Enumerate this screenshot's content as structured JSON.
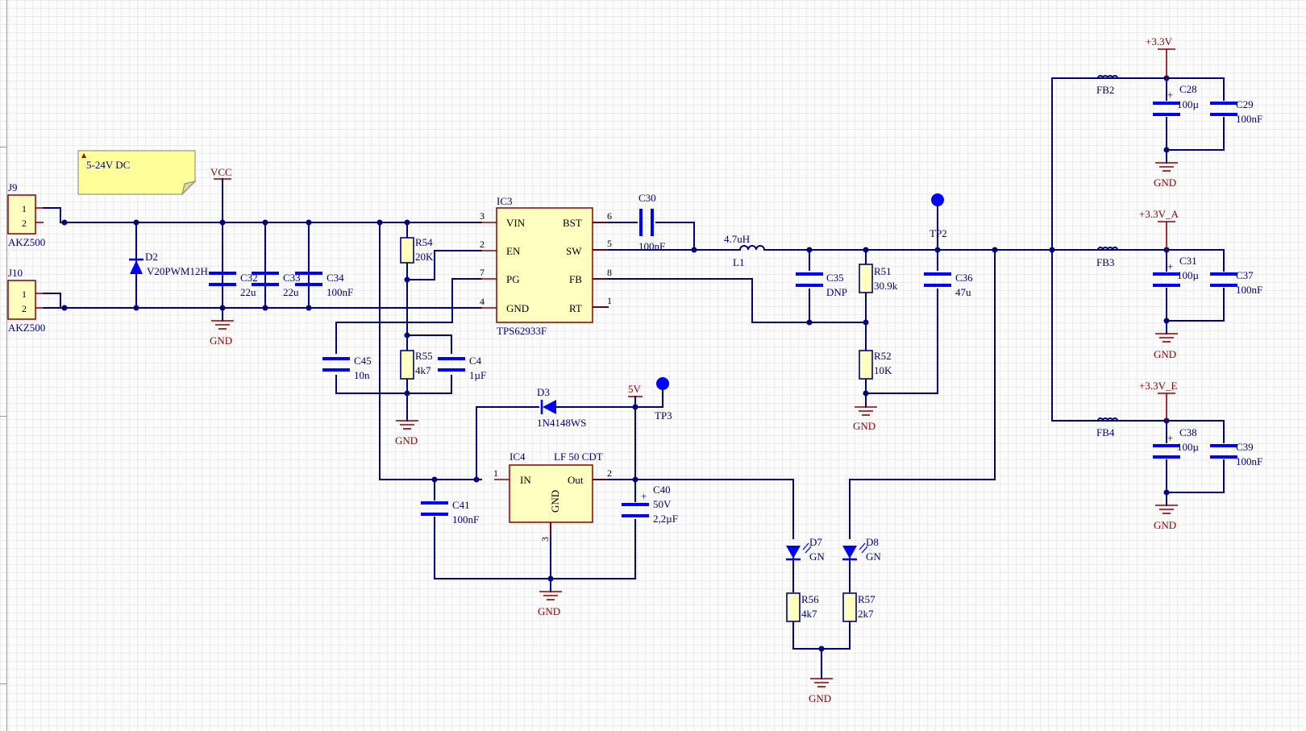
{
  "note": {
    "text": "5-24V DC"
  },
  "connectors": [
    {
      "ref": "J9",
      "value": "AKZ500",
      "pins": [
        "1",
        "2"
      ]
    },
    {
      "ref": "J10",
      "value": "AKZ500",
      "pins": [
        "1",
        "2"
      ]
    }
  ],
  "diodes": [
    {
      "ref": "D2",
      "value": "V20PWM12H"
    },
    {
      "ref": "D3",
      "value": "1N4148WS"
    }
  ],
  "capacitors": [
    {
      "ref": "C32",
      "value": "22u"
    },
    {
      "ref": "C33",
      "value": "22u"
    },
    {
      "ref": "C34",
      "value": "100nF"
    },
    {
      "ref": "C30",
      "value": "100nF"
    },
    {
      "ref": "C45",
      "value": "10n"
    },
    {
      "ref": "C4",
      "value": "1µF"
    },
    {
      "ref": "C35",
      "value": "DNP"
    },
    {
      "ref": "C36",
      "value": "47u"
    },
    {
      "ref": "C41",
      "value": "100nF"
    },
    {
      "ref": "C40",
      "value": "50V",
      "value2": "2,2µF"
    },
    {
      "ref": "C28",
      "value": "100µ"
    },
    {
      "ref": "C29",
      "value": "100nF"
    },
    {
      "ref": "C31",
      "value": "100µ"
    },
    {
      "ref": "C37",
      "value": "100nF"
    },
    {
      "ref": "C38",
      "value": "100µ"
    },
    {
      "ref": "C39",
      "value": "100nF"
    }
  ],
  "resistors": [
    {
      "ref": "R54",
      "value": "20K"
    },
    {
      "ref": "R55",
      "value": "4k7"
    },
    {
      "ref": "R51",
      "value": "30.9k"
    },
    {
      "ref": "R52",
      "value": "10K"
    },
    {
      "ref": "R56",
      "value": "4k7"
    },
    {
      "ref": "R57",
      "value": "2k7"
    }
  ],
  "inductor": {
    "ref": "L1",
    "value": "4.7uH"
  },
  "ferrites": [
    "FB2",
    "FB3",
    "FB4"
  ],
  "ic3": {
    "ref": "IC3",
    "value": "TPS62933F",
    "pins_left": [
      {
        "num": "3",
        "name": "VIN"
      },
      {
        "num": "2",
        "name": "EN"
      },
      {
        "num": "7",
        "name": "PG"
      },
      {
        "num": "4",
        "name": "GND"
      }
    ],
    "pins_right": [
      {
        "num": "6",
        "name": "BST"
      },
      {
        "num": "5",
        "name": "SW"
      },
      {
        "num": "8",
        "name": "FB"
      },
      {
        "num": "1",
        "name": "RT"
      }
    ]
  },
  "ic4": {
    "ref": "IC4",
    "value": "LF 50 CDT",
    "pins": [
      {
        "num": "1",
        "name": "IN"
      },
      {
        "num": "2",
        "name": "Out"
      },
      {
        "num": "3",
        "name": "GND"
      }
    ]
  },
  "leds": [
    {
      "ref": "D7",
      "value": "GN"
    },
    {
      "ref": "D8",
      "value": "GN"
    }
  ],
  "test_points": [
    "TP2",
    "TP3"
  ],
  "power_ports": {
    "vcc": "VCC",
    "v5": "5V",
    "v33": "+3.3V",
    "v33a": "+3.3V_A",
    "v33e": "+3.3V_E",
    "gnd": "GND"
  },
  "colors": {
    "wire": "#000080",
    "capacitor_plate": "#0000ff",
    "power_port": "#8b0000",
    "component_body": "#ffffc0",
    "note_body": "#ffff99"
  }
}
